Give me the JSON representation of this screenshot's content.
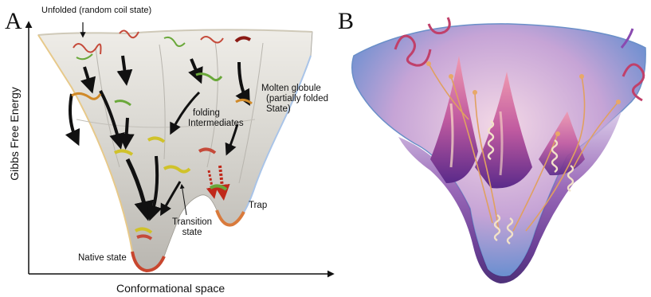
{
  "panel_a": {
    "letter": "A",
    "x_axis_label": "Conformational space",
    "y_axis_label": "Gibbs Free Energy",
    "labels": {
      "unfolded": "Unfolded (random coil state)",
      "molten_globule": [
        "Molten globule",
        "(partially folded",
        "State)"
      ],
      "folding_intermediates": [
        "folding",
        "Intermediates"
      ],
      "trap": "Trap",
      "transition_state": [
        "Transition",
        "state"
      ],
      "native_state": "Native state"
    }
  },
  "panel_b": {
    "letter": "B"
  },
  "colors": {
    "funnel_fill": "#d4d2cc",
    "funnel_bottom": "#c8462e",
    "arrow_black": "#111111",
    "arrow_red": "#c0281a",
    "b_rim": "#7fb0d8",
    "b_peak": "#6a2a8c",
    "b_path": "#e0a060"
  }
}
